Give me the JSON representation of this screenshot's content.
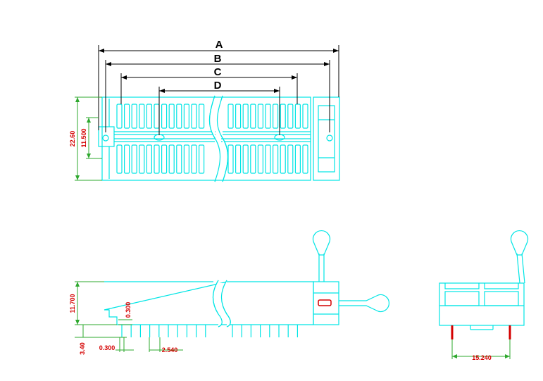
{
  "colors": {
    "outline": "#00e5e5",
    "dimension": "#000000",
    "dimension_red": "#d40000",
    "dimension_green": "#2ea82e",
    "pin_red": "#d40000"
  },
  "top_view": {
    "labels": {
      "a": "A",
      "b": "B",
      "c": "C",
      "d": "D"
    },
    "height_total": "22.60",
    "height_half": "11.500"
  },
  "side_view": {
    "height": "11.700",
    "pin_length": "3.40",
    "pin_width": "0.300",
    "pin_thickness": "0.300",
    "pitch": "2.540"
  },
  "end_view": {
    "row_spacing": "15.240"
  }
}
